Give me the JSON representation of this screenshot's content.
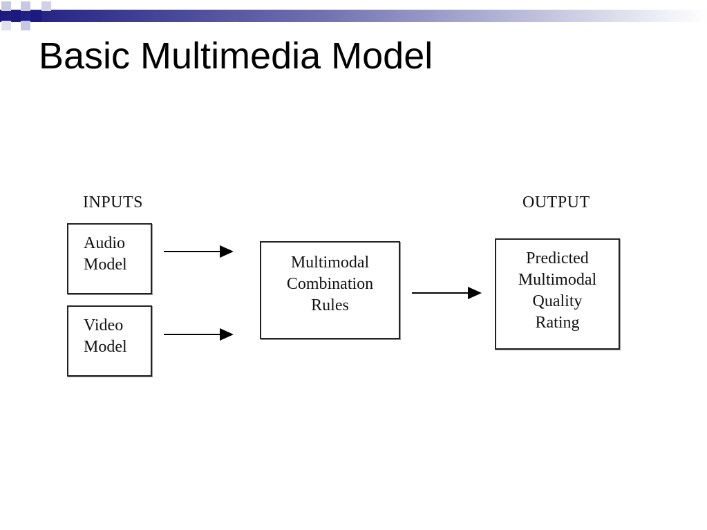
{
  "title": "Basic Multimedia Model",
  "colors": {
    "accent_dark": "#1a1a80",
    "accent_light": "#b8b8dc"
  },
  "diagram": {
    "inputs_heading": "INPUTS",
    "output_heading": "OUTPUT",
    "audio_box": [
      "Audio",
      "Model"
    ],
    "video_box": [
      "Video",
      "Model"
    ],
    "combination_box": [
      "Multimodal",
      "Combination",
      "Rules"
    ],
    "output_box": [
      "Predicted",
      "Multimodal",
      "Quality",
      "Rating"
    ]
  }
}
